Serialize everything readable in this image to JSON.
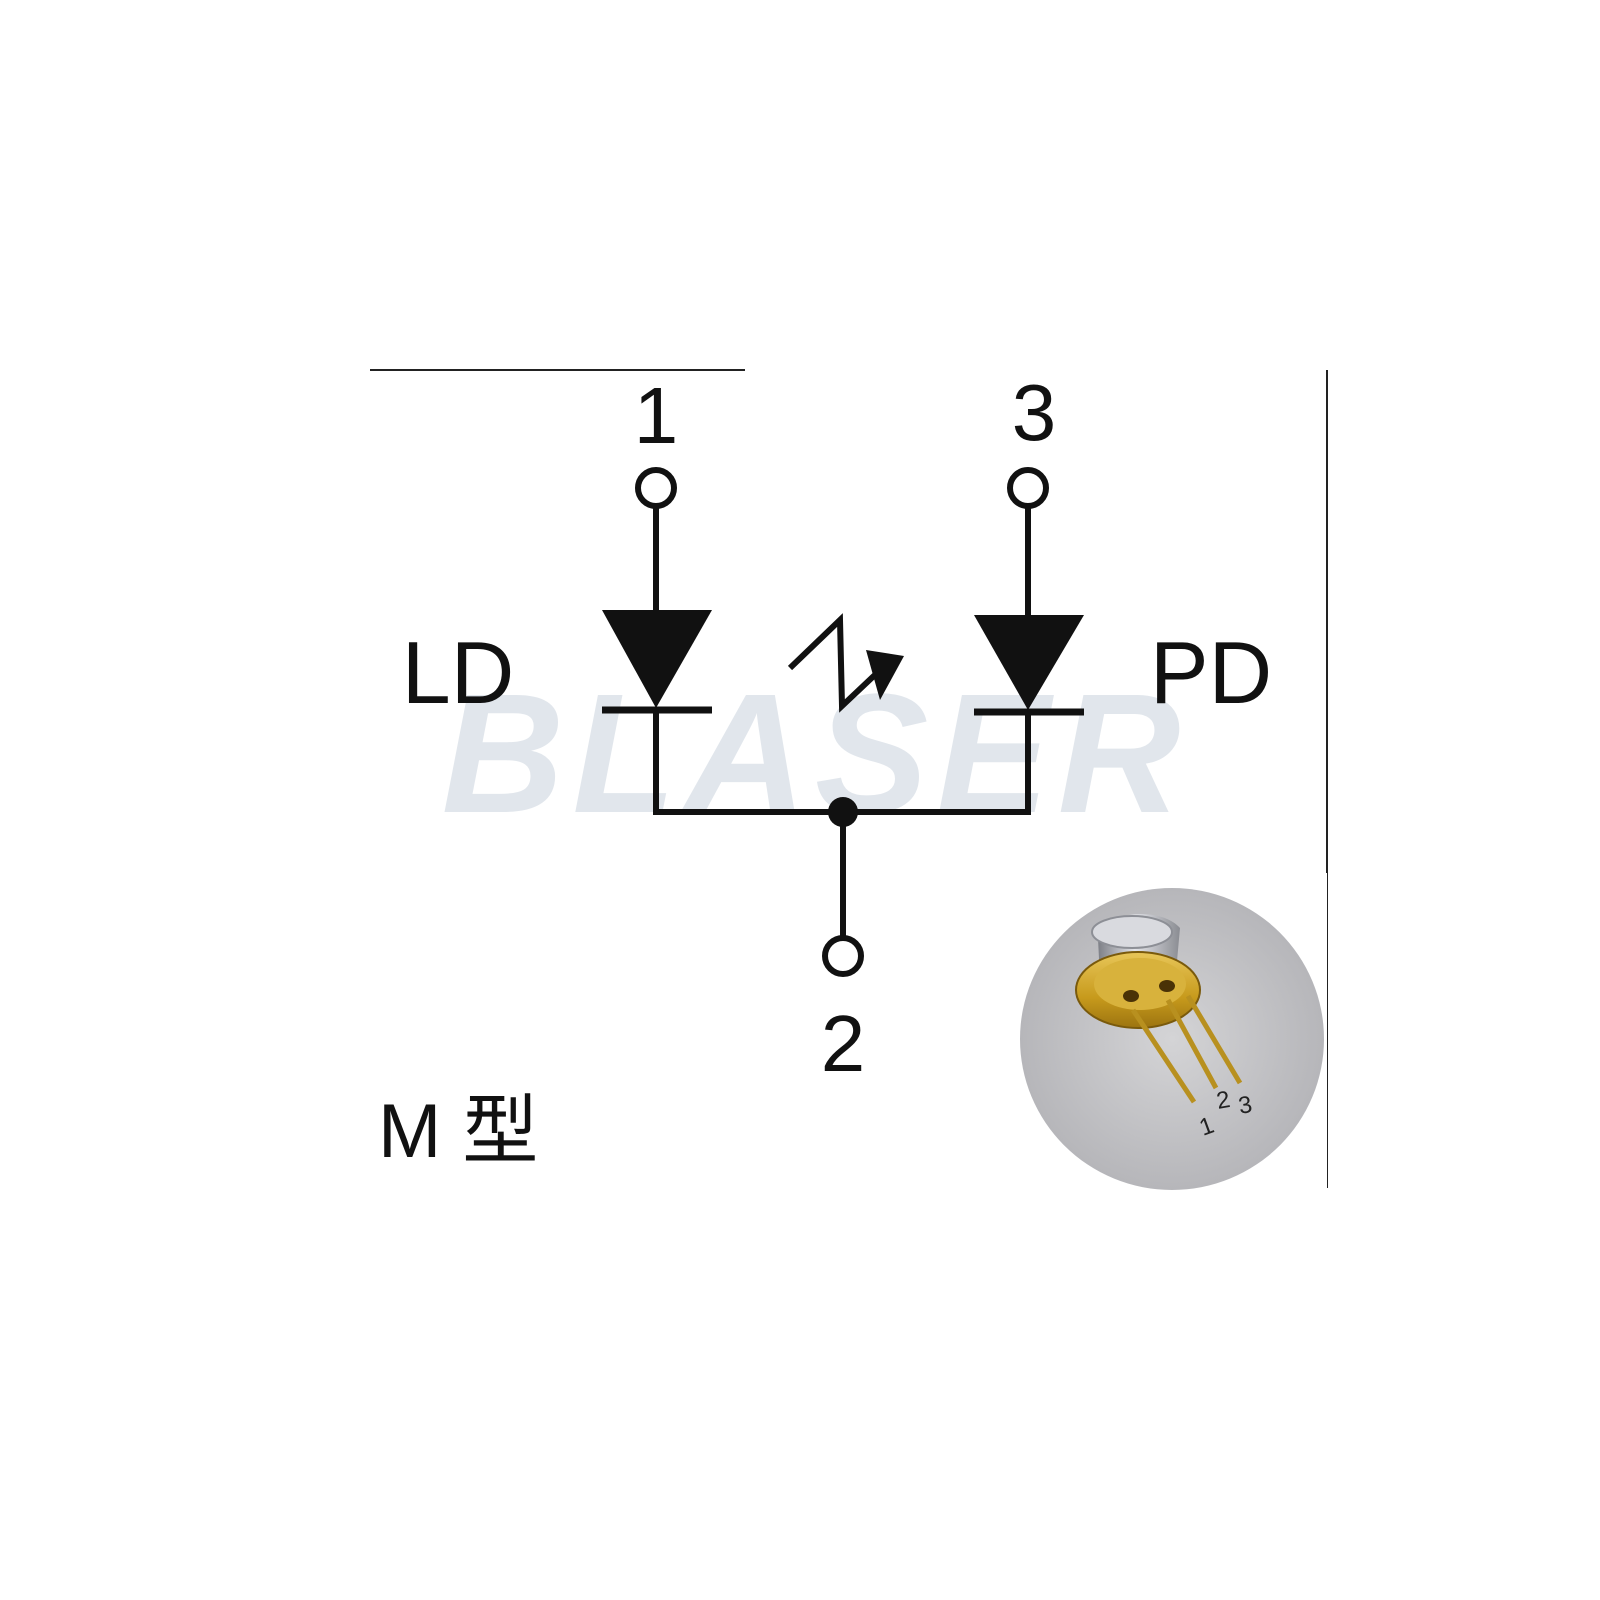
{
  "diagram": {
    "pins": {
      "pin1": "1",
      "pin2": "2",
      "pin3": "3"
    },
    "labels": {
      "laser_diode": "LD",
      "photodiode": "PD",
      "type": "M 型"
    },
    "watermark": "BLASER",
    "photo_pin_numbers": {
      "p1": "1",
      "p2": "2",
      "p3": "3"
    },
    "colors": {
      "line": "#111111",
      "watermark": "#9aa9bf",
      "gold": "#c9a227",
      "photo_background": "#bfbfc2"
    }
  }
}
